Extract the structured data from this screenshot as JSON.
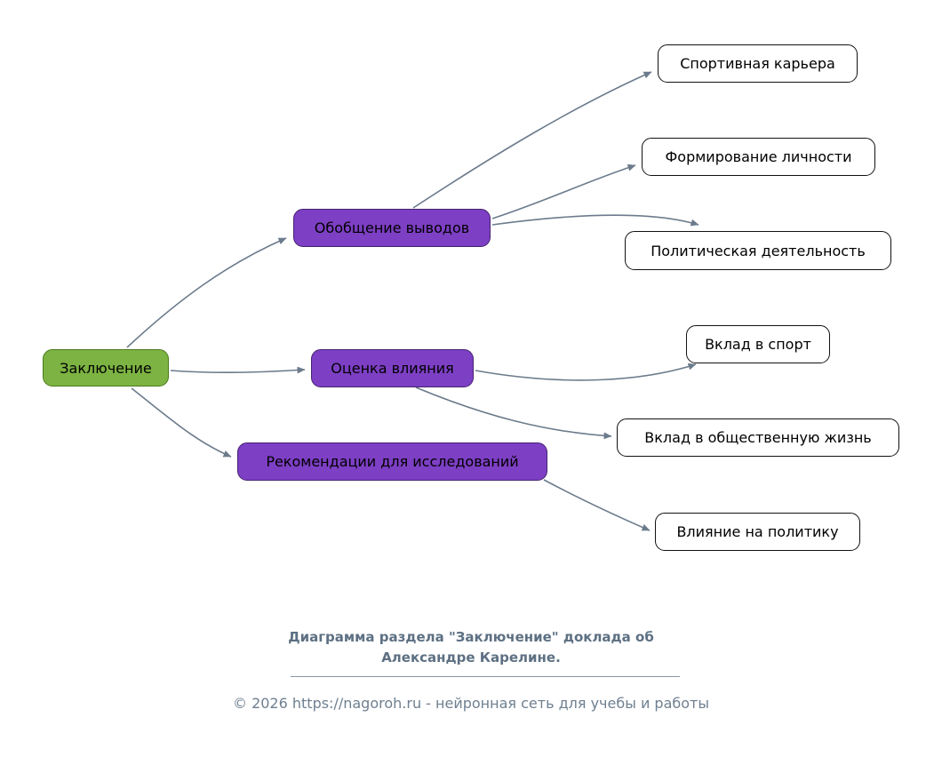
{
  "diagram": {
    "title": "Диаграмма раздела \"Заключение\" доклада об Александре Карелине.",
    "nodes": [
      {
        "id": "root",
        "label": "Заключение",
        "type": "root"
      },
      {
        "id": "summary",
        "label": "Обобщение выводов",
        "type": "branch"
      },
      {
        "id": "impact",
        "label": "Оценка влияния",
        "type": "branch"
      },
      {
        "id": "recommendations",
        "label": "Рекомендации для исследований",
        "type": "branch"
      },
      {
        "id": "sport-career",
        "label": "Спортивная карьера",
        "type": "leaf"
      },
      {
        "id": "personality",
        "label": "Формирование личности",
        "type": "leaf"
      },
      {
        "id": "political-activity",
        "label": "Политическая деятельность",
        "type": "leaf"
      },
      {
        "id": "sport-contribution",
        "label": "Вклад в спорт",
        "type": "leaf"
      },
      {
        "id": "public-life",
        "label": "Вклад в общественную жизнь",
        "type": "leaf"
      },
      {
        "id": "politics-influence",
        "label": "Влияние на политику",
        "type": "leaf"
      }
    ],
    "edges": [
      {
        "from": "root",
        "to": "summary"
      },
      {
        "from": "root",
        "to": "impact"
      },
      {
        "from": "root",
        "to": "recommendations"
      },
      {
        "from": "summary",
        "to": "sport-career"
      },
      {
        "from": "summary",
        "to": "personality"
      },
      {
        "from": "summary",
        "to": "political-activity"
      },
      {
        "from": "impact",
        "to": "sport-contribution"
      },
      {
        "from": "impact",
        "to": "public-life"
      },
      {
        "from": "recommendations",
        "to": "politics-influence"
      }
    ]
  },
  "footer": {
    "caption_line1": "Диаграмма раздела \"Заключение\" доклада об",
    "caption_line2": "Александре Карелине.",
    "copyright_prefix": "© 2026 ",
    "link": "https://nagoroh.ru",
    "copyright_suffix": " - нейронная сеть для учебы и работы"
  },
  "colors": {
    "root_fill": "#7cb342",
    "root_border": "#4c7a1e",
    "branch_fill": "#7d3fc4",
    "branch_border": "#46226f",
    "leaf_fill": "#ffffff",
    "leaf_border": "#111111",
    "edge": "#6b7b8c",
    "caption_text": "#5d7083",
    "copyright_text": "#6e7f90"
  }
}
